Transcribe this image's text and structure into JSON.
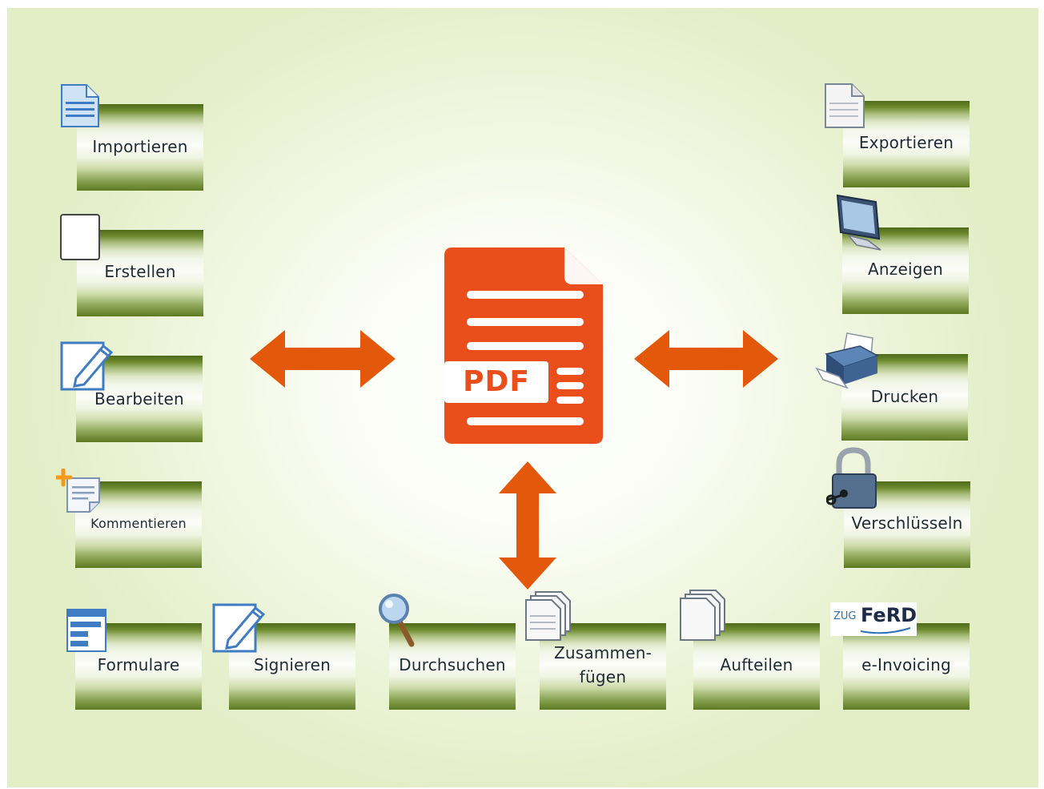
{
  "center": {
    "pdf_label": "PDF",
    "color": "#e94e1b",
    "arrow_color": "#e4580c"
  },
  "left": {
    "import_label": "Importieren",
    "create_label": "Erstellen",
    "edit_label": "Bearbeiten",
    "comment_label": "Kommentieren"
  },
  "right": {
    "export_label": "Exportieren",
    "view_label": "Anzeigen",
    "print_label": "Drucken",
    "encrypt_label": "Verschlüsseln"
  },
  "bottom": {
    "forms_label": "Formulare",
    "sign_label": "Signieren",
    "search_label": "Durchsuchen",
    "merge_label_1": "Zusammen-",
    "merge_label_2": "fügen",
    "split_label": "Aufteilen",
    "einvoice_label": "e-Invoicing",
    "zugferd_small": "ZUG",
    "zugferd_big": "FeRD"
  },
  "colors": {
    "tile_dark": "#4d6a1a",
    "tile_light": "#fbfcf7",
    "text": "#1f2a35"
  }
}
